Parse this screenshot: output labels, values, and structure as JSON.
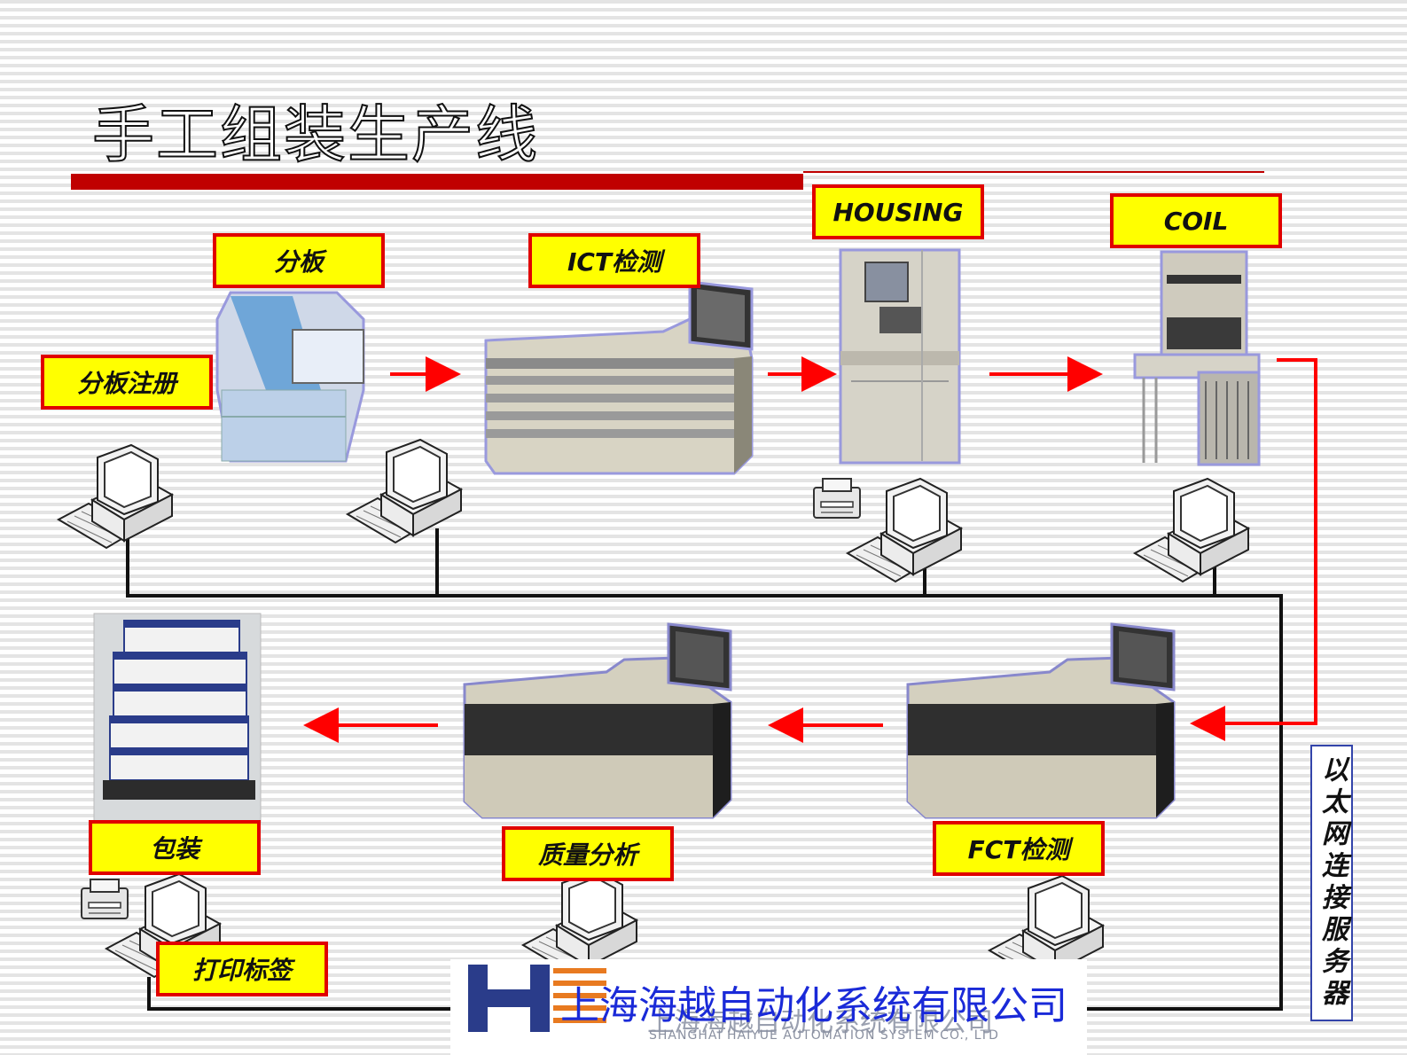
{
  "title": "手工组装生产线",
  "stations": {
    "board_split": "分板",
    "ict": "ICT检测",
    "housing": "HOUSING",
    "coil": "COIL",
    "split_register": "分板注册",
    "packing": "包装",
    "quality": "质量分析",
    "fct": "FCT检测",
    "print_label": "打印标签"
  },
  "network_label": "以太网连接服务器",
  "company": {
    "name_cn": "上海海越自动化系统有限公司",
    "name_cn_faint": "上海海越自动化系统有限公司",
    "name_en": "SHANGHAI HAIYUE AUTOMATION SYSTEM CO., LTD"
  },
  "colors": {
    "label_fill": "#ffff00",
    "label_border": "#e00000",
    "arrow": "#ff0000",
    "network_line": "#111111",
    "title_bar": "#c00000",
    "company_blue": "#1a2ad8"
  }
}
